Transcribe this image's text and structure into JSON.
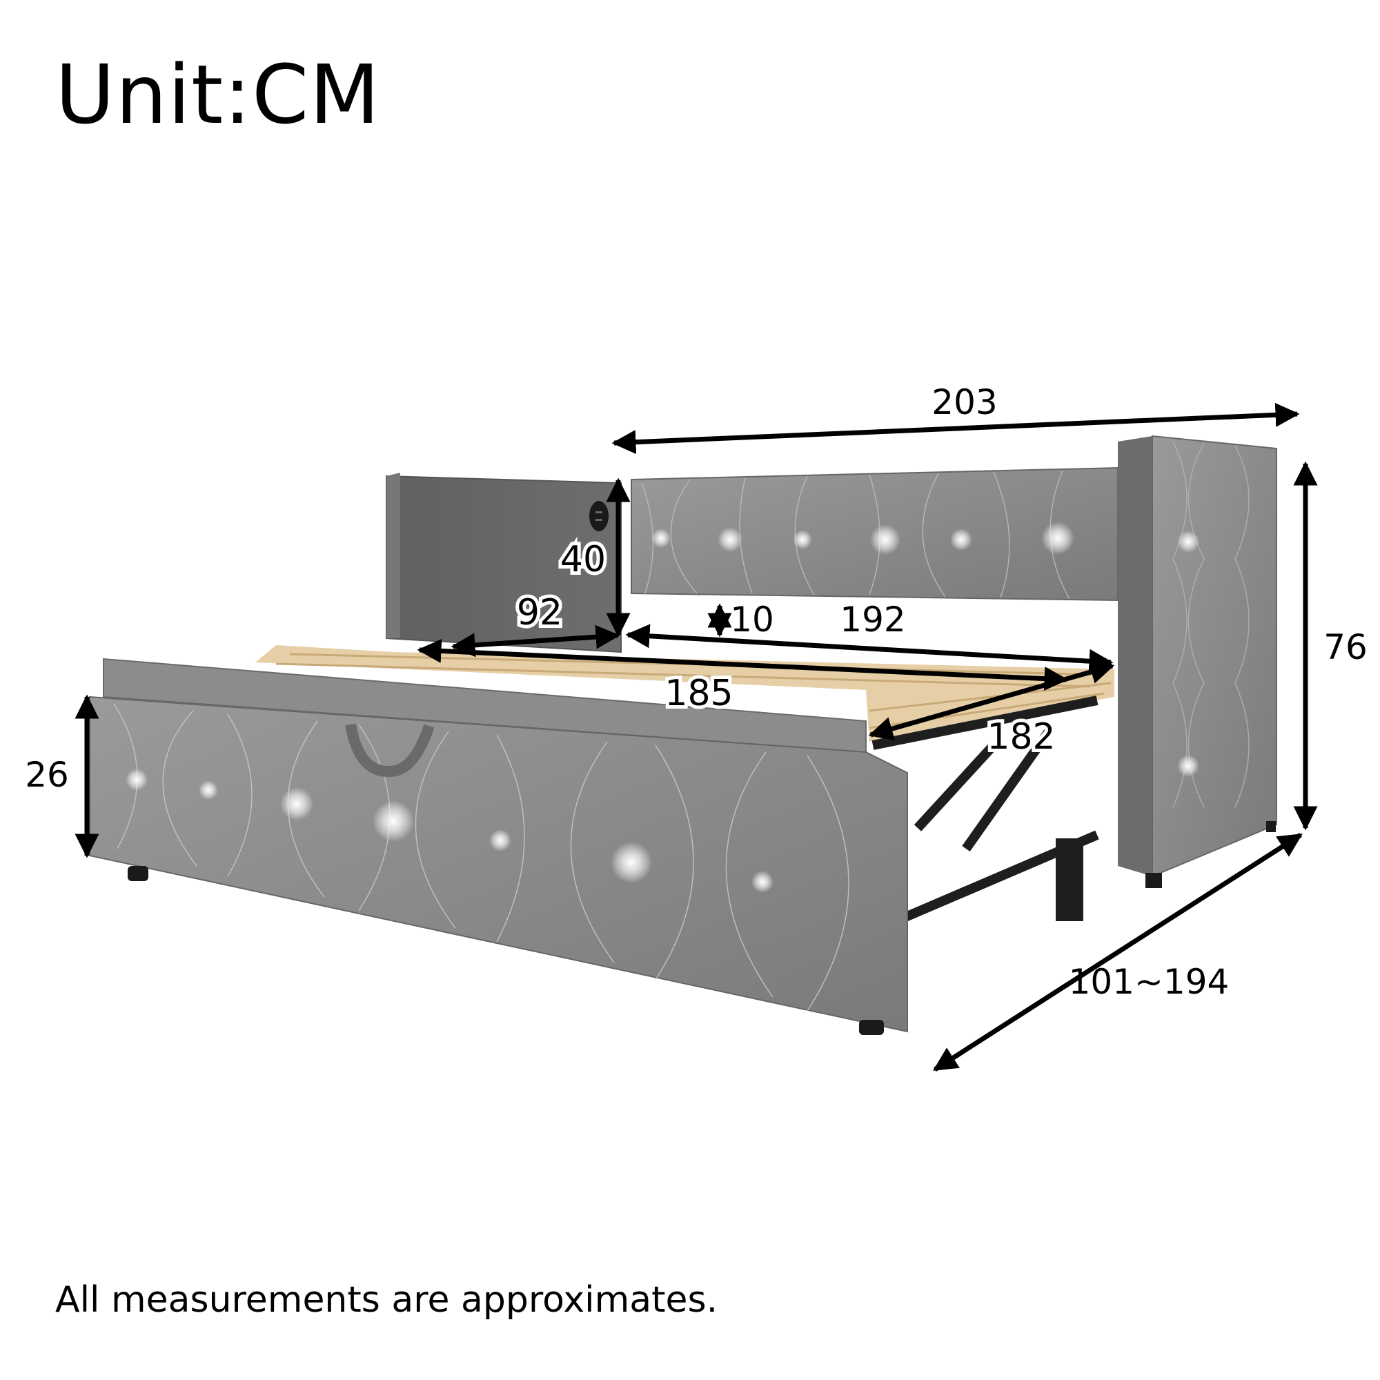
{
  "header": {
    "unit_label": "Unit:CM"
  },
  "product": {
    "type": "upholstered daybed with pull-out trundle",
    "features": [
      "usb-charging-port",
      "crystal-tufted-buttons",
      "wooden-slats",
      "trundle-handle",
      "metal-lift-frame"
    ]
  },
  "colors": {
    "upholstery": "#8a8a8a",
    "upholstery_dark": "#6f6f6f",
    "upholstery_light": "#a3a3a3",
    "slats": "#e6cfa6",
    "frame": "#1e1e1e",
    "dimension_lines": "#000000",
    "background": "#ffffff"
  },
  "dimensions": {
    "overall_length": {
      "label": "203",
      "value": 203
    },
    "overall_height": {
      "label": "76",
      "value": 76
    },
    "depth_range": {
      "label": "101~194",
      "min": 101,
      "max": 194
    },
    "armrest_height_above_slats": {
      "label": "40",
      "value": 40
    },
    "inner_width": {
      "label": "92",
      "value": 92
    },
    "backrest_gap": {
      "label": "10",
      "value": 10
    },
    "inner_length": {
      "label": "192",
      "value": 192
    },
    "trundle_length": {
      "label": "185",
      "value": 185
    },
    "trundle_inner_length": {
      "label": "182",
      "value": 182
    },
    "trundle_height": {
      "label": "26",
      "value": 26
    }
  },
  "footer": {
    "note": "All measurements are approximates."
  }
}
